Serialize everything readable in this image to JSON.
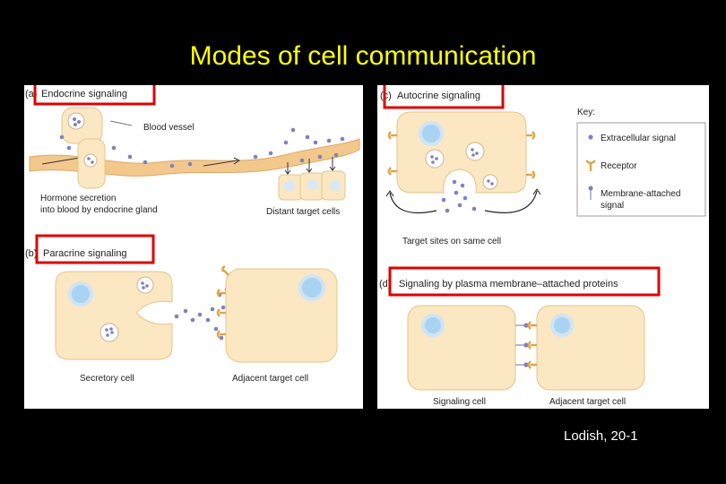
{
  "title": "Modes of cell communication",
  "credit": "Lodish, 20-1",
  "colors": {
    "title": "#ffff00",
    "highlight_box": "#e00000",
    "cell_fill": "#fbe7c2",
    "cell_stroke": "#e6c48e",
    "nucleus": "#a9d3f2",
    "vesicle_dot": "#7e83bd",
    "receptor": "#e0a64a",
    "blood_vessel": "#f3c88c"
  },
  "panels": {
    "a": {
      "letter": "(a)",
      "title": "Endocrine signaling",
      "blood_vessel": "Blood vessel",
      "hormone_line1": "Hormone secretion",
      "hormone_line2": "into blood by endocrine gland",
      "distant": "Distant target cells"
    },
    "b": {
      "letter": "(b)",
      "title": "Paracrine signaling",
      "secretory": "Secretory cell",
      "adjacent": "Adjacent target cell"
    },
    "c": {
      "letter": "(c)",
      "title": "Autocrine signaling",
      "target_sites": "Target sites on same cell"
    },
    "d": {
      "letter": "(d)",
      "title": "Signaling by plasma membrane–attached proteins",
      "signaling": "Signaling cell",
      "adjacent": "Adjacent target cell"
    }
  },
  "key": {
    "title": "Key:",
    "items": [
      {
        "icon": "extracellular-signal-icon",
        "label": "Extracellular signal"
      },
      {
        "icon": "receptor-icon",
        "label": "Receptor"
      },
      {
        "icon": "membrane-attached-signal-icon",
        "label_line1": "Membrane-attached",
        "label_line2": "signal"
      }
    ]
  }
}
